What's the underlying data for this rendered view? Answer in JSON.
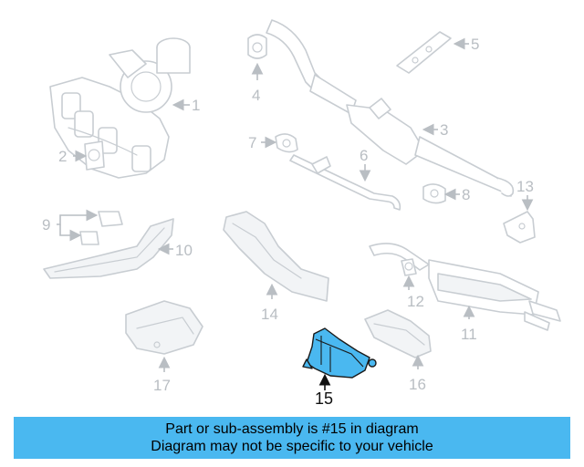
{
  "diagram": {
    "highlight_color": "#4ab8f0",
    "callouts": {
      "c1": "1",
      "c2": "2",
      "c3": "3",
      "c4": "4",
      "c5": "5",
      "c6": "6",
      "c7": "7",
      "c8": "8",
      "c9": "9",
      "c10": "10",
      "c11": "11",
      "c12": "12",
      "c13": "13",
      "c14": "14",
      "c15": "15",
      "c16": "16",
      "c17": "17"
    },
    "highlighted_part": "15"
  },
  "banner": {
    "line1": "Part or sub-assembly is #15 in diagram",
    "line2": "Diagram may not be specific to your vehicle"
  }
}
